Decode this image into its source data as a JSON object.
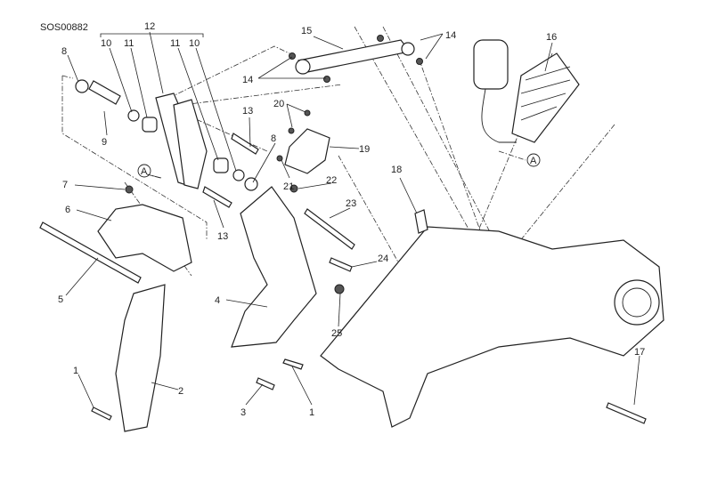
{
  "diagram": {
    "code": "SOS00882",
    "callouts": [
      "12",
      "10",
      "11",
      "11",
      "10",
      "8",
      "9",
      "13",
      "15",
      "14",
      "14",
      "16",
      "20",
      "8",
      "19",
      "21",
      "7",
      "6",
      "22",
      "23",
      "18",
      "13",
      "5",
      "24",
      "4",
      "25",
      "3",
      "1",
      "1",
      "2",
      "17"
    ],
    "reference_markers": [
      "A",
      "A"
    ]
  }
}
